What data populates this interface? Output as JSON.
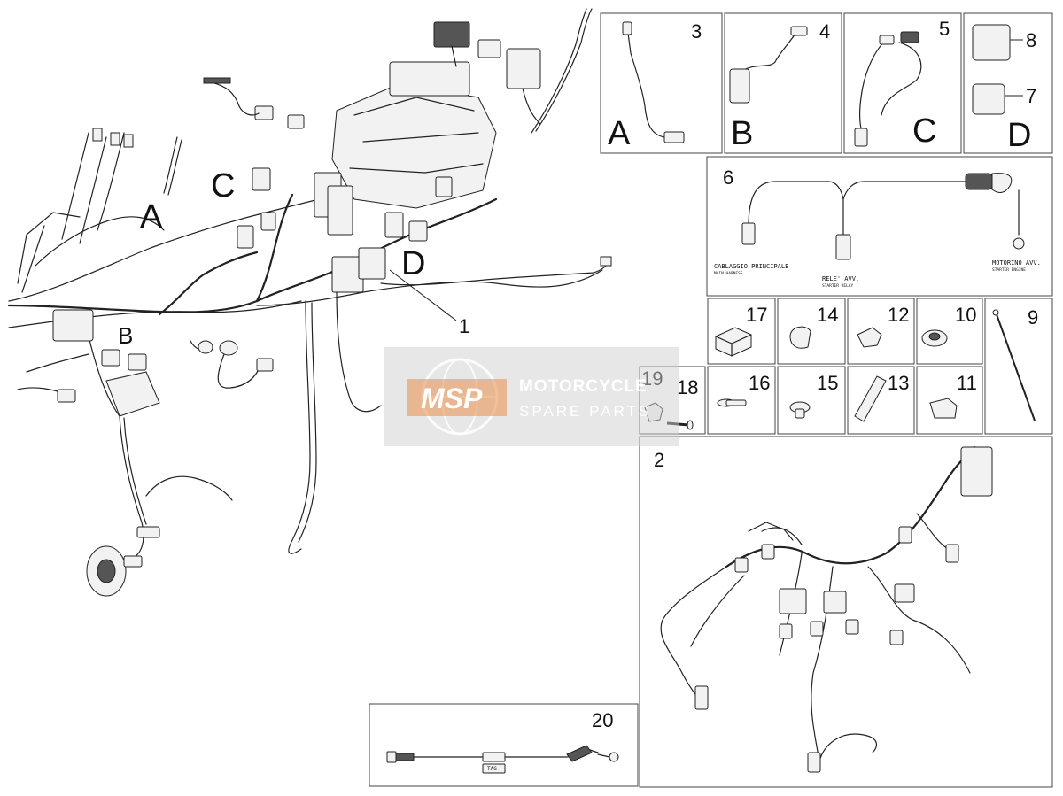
{
  "callouts": {
    "c1": "1",
    "c2": "2",
    "c3": "3",
    "c4": "4",
    "c5": "5",
    "c6": "6",
    "c7": "7",
    "c8": "8",
    "c9": "9",
    "c10": "10",
    "c11": "11",
    "c12": "12",
    "c13": "13",
    "c14": "14",
    "c15": "15",
    "c16": "16",
    "c17": "17",
    "c18": "18",
    "c19": "19",
    "c20": "20"
  },
  "letters": {
    "main_A": "A",
    "main_B": "B",
    "main_C": "C",
    "main_D": "D",
    "box_A": "A",
    "box_B": "B",
    "box_C": "C",
    "box_D": "D"
  },
  "detail6_labels": {
    "main_harness": "CABLAGGIO PRINCIPALE",
    "main_harness_sub": "MAIN HARNESS",
    "starter_relay": "RELE' AVV.",
    "starter_relay_sub": "STARTER RELAY",
    "starter_motor": "MOTORINO AVV.",
    "starter_motor_sub": "STARTER ENGINE"
  },
  "detail20_label": "TAG",
  "watermark": {
    "logo": "MSP",
    "line1": "MOTORCYCLE",
    "line2": "SPARE PARTS",
    "color": "#d0d0d0",
    "accent": "#e8833a"
  }
}
